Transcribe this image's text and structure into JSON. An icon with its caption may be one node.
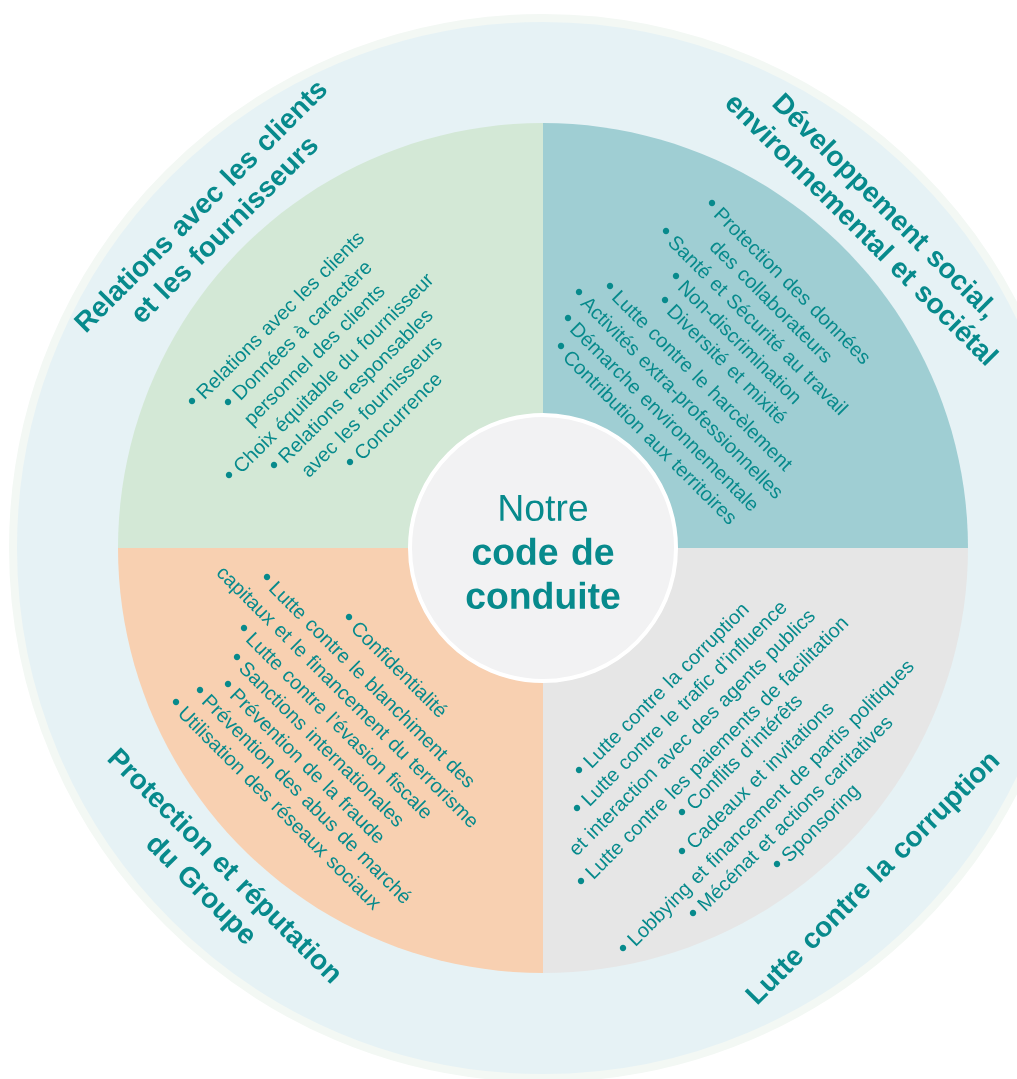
{
  "diagram": {
    "nodes": [
      {
        "text": [
          "Relations avec les clients et les fournisseurs",
          "Relations avec les clients",
          "Données à caractère personnel des clients",
          "Choix équitable du fournisseur",
          "Relations responsables avec les fournisseurs",
          "Concurrence"
        ]
      },
      {
        "text": [
          "Développement social, environnemental et sociétal",
          "Protection des données des collaborateurs",
          "Santé et Sécurité au travail",
          "Non-discrimination",
          "Diversité et mixité",
          "Lutte contre le harcèlement",
          "Activités extra-professionnelles",
          "Démarche environnementale",
          "Contribution aux territoires"
        ]
      },
      {
        "text": [
          "Protection et réputation du Groupe",
          "Confidentialité",
          "Lutte contre le blanchiment des capitaux et le financement du terrorisme",
          "Lutte contre l’évasion fiscale",
          "Sanctions internationales",
          "Prévention de la fraude",
          "Prévention des abus de marché",
          "Utilisation des réseaux sociaux"
        ]
      },
      {
        "text": [
          "Lutte contre la corruption",
          "Lutte contre la corruption",
          "Lutte contre le trafic d’influence et interaction avec des agents publics",
          "Lutte contre les paiements de facilitation",
          "Conflits d’intérêts",
          "Cadeaux et invitations",
          "Lobbying et financement de partis politiques",
          "Mécénat et actions caritatives",
          "Sponsoring"
        ]
      },
      {
        "text": [
          "Notre **code de conduite**"
        ]
      }
    ]
  }
}
